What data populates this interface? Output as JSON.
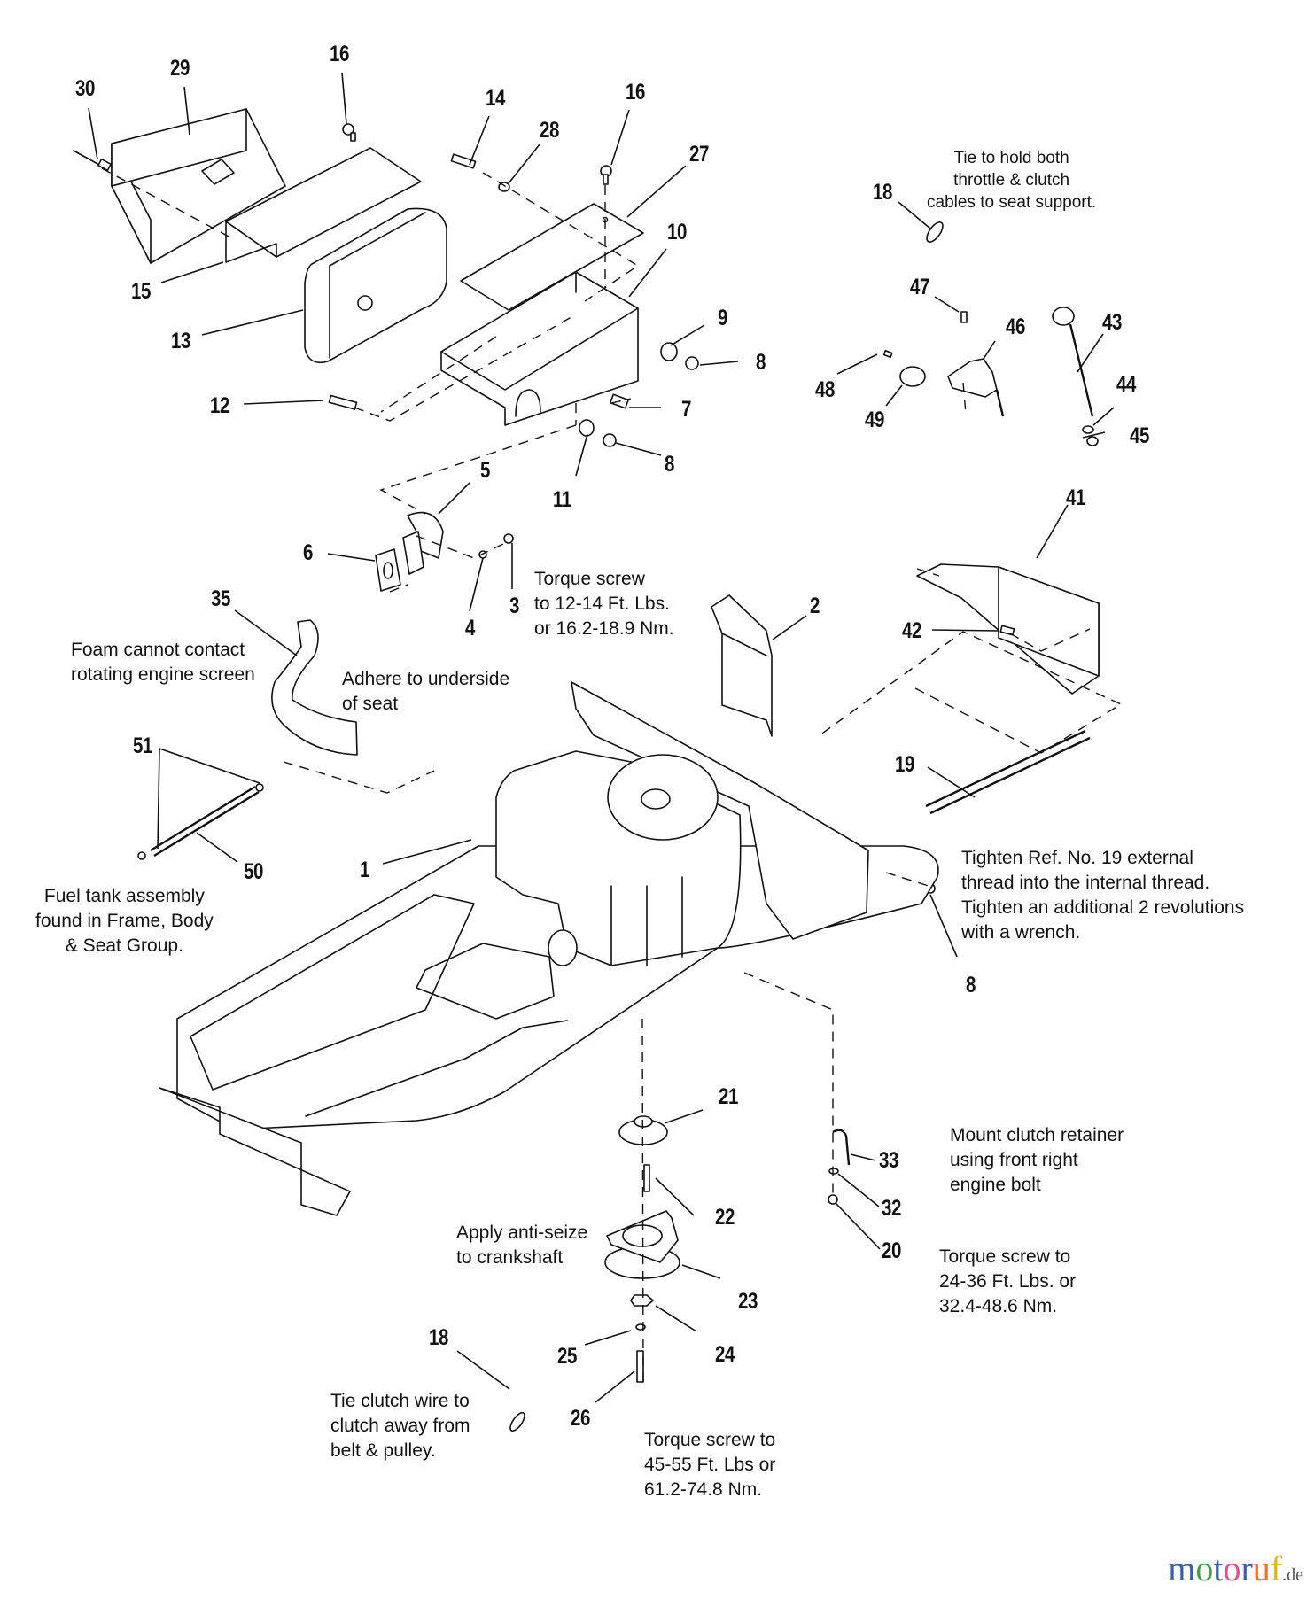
{
  "diagram": {
    "title": "Engine, Muffler & Electric Clutch Parts Diagram",
    "callouts": [
      {
        "id": "c30",
        "label": "30"
      },
      {
        "id": "c29",
        "label": "29"
      },
      {
        "id": "c16a",
        "label": "16"
      },
      {
        "id": "c14",
        "label": "14"
      },
      {
        "id": "c28",
        "label": "28"
      },
      {
        "id": "c16b",
        "label": "16"
      },
      {
        "id": "c27",
        "label": "27"
      },
      {
        "id": "c10",
        "label": "10"
      },
      {
        "id": "c15",
        "label": "15"
      },
      {
        "id": "c13",
        "label": "13"
      },
      {
        "id": "c9",
        "label": "9"
      },
      {
        "id": "c8a",
        "label": "8"
      },
      {
        "id": "c12",
        "label": "12"
      },
      {
        "id": "c7",
        "label": "7"
      },
      {
        "id": "c8b",
        "label": "8"
      },
      {
        "id": "c11",
        "label": "11"
      },
      {
        "id": "c5",
        "label": "5"
      },
      {
        "id": "c6",
        "label": "6"
      },
      {
        "id": "c4",
        "label": "4"
      },
      {
        "id": "c3",
        "label": "3"
      },
      {
        "id": "c18a",
        "label": "18"
      },
      {
        "id": "c47",
        "label": "47"
      },
      {
        "id": "c46",
        "label": "46"
      },
      {
        "id": "c43",
        "label": "43"
      },
      {
        "id": "c48",
        "label": "48"
      },
      {
        "id": "c49",
        "label": "49"
      },
      {
        "id": "c44",
        "label": "44"
      },
      {
        "id": "c45",
        "label": "45"
      },
      {
        "id": "c41",
        "label": "41"
      },
      {
        "id": "c2",
        "label": "2"
      },
      {
        "id": "c42",
        "label": "42"
      },
      {
        "id": "c35",
        "label": "35"
      },
      {
        "id": "c51",
        "label": "51"
      },
      {
        "id": "c50",
        "label": "50"
      },
      {
        "id": "c1",
        "label": "1"
      },
      {
        "id": "c19",
        "label": "19"
      },
      {
        "id": "c8c",
        "label": "8"
      },
      {
        "id": "c21",
        "label": "21"
      },
      {
        "id": "c22",
        "label": "22"
      },
      {
        "id": "c23",
        "label": "23"
      },
      {
        "id": "c24",
        "label": "24"
      },
      {
        "id": "c25",
        "label": "25"
      },
      {
        "id": "c26",
        "label": "26"
      },
      {
        "id": "c18b",
        "label": "18"
      },
      {
        "id": "c33",
        "label": "33"
      },
      {
        "id": "c32",
        "label": "32"
      },
      {
        "id": "c20",
        "label": "20"
      }
    ],
    "notes": {
      "tie_cables": [
        "Tie to hold both",
        "throttle & clutch",
        "cables to seat support."
      ],
      "torque_muffler": [
        "Torque screw",
        "to 12-14 Ft. Lbs.",
        "or 16.2-18.9 Nm."
      ],
      "foam": [
        "Foam cannot contact",
        "rotating engine screen"
      ],
      "adhere": [
        "Adhere to underside",
        "of seat"
      ],
      "fuel_tank": [
        "Fuel tank assembly",
        "found in Frame, Body",
        "& Seat Group."
      ],
      "tighten_19": [
        "Tighten Ref. No. 19 external",
        "thread into the internal thread.",
        "Tighten an additional 2 revolutions",
        "with a wrench."
      ],
      "mount_retainer": [
        "Mount clutch retainer",
        "using front right",
        "engine bolt"
      ],
      "torque_20": [
        "Torque screw to",
        "24-36 Ft. Lbs. or",
        "32.4-48.6 Nm."
      ],
      "anti_seize": [
        "Apply anti-seize",
        "to crankshaft"
      ],
      "tie_clutch_wire": [
        "Tie clutch wire to",
        "clutch away from",
        "belt & pulley."
      ],
      "torque_26": [
        "Torque screw to",
        "45-55 Ft. Lbs or",
        "61.2-74.8 Nm."
      ]
    },
    "watermark": {
      "letters": [
        {
          "ch": "m",
          "color": "#3b5fb0"
        },
        {
          "ch": "o",
          "color": "#3fa34d"
        },
        {
          "ch": "t",
          "color": "#3b5fb0"
        },
        {
          "ch": "o",
          "color": "#e0508f"
        },
        {
          "ch": "r",
          "color": "#3b5fb0"
        },
        {
          "ch": "u",
          "color": "#e6762b"
        },
        {
          "ch": "f",
          "color": "#e2b21f"
        }
      ],
      "tld": ".de"
    }
  }
}
